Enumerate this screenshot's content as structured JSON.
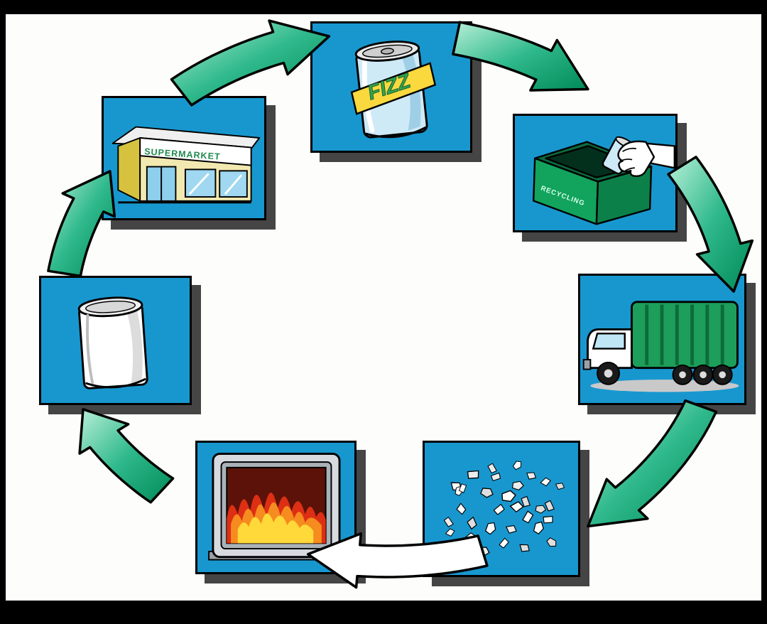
{
  "diagram": {
    "title": "drink can recycling cycle",
    "labels": {
      "can_brand": "FIZZ",
      "supermarket_sign": "SUPERMARKET",
      "bin_text": "RECYCLING"
    },
    "colors": {
      "panel_blue": "#1897cf",
      "arrow_green_light": "#b9f0d8",
      "arrow_green_mid": "#2fb98c",
      "arrow_green_dark": "#008a58",
      "arrow_white": "#ffffff",
      "shadow_gray": "#454545",
      "background_white": "#fdfdfb",
      "frame_black": "#000000",
      "fire_red": "#dd2f14",
      "fire_orange": "#f68b1f",
      "fire_yellow": "#ffd839",
      "bin_green": "#12a35d",
      "truck_green": "#1d9e5a",
      "market_yellow": "#f2e9b0"
    },
    "stages": [
      {
        "id": "full-can",
        "name": "drink can"
      },
      {
        "id": "recycling-bin",
        "name": "can dropped in recycling bin"
      },
      {
        "id": "collection-truck",
        "name": "collection truck"
      },
      {
        "id": "shredded-metal",
        "name": "shredded metal pieces"
      },
      {
        "id": "furnace",
        "name": "melting furnace"
      },
      {
        "id": "new-can",
        "name": "new blank can"
      },
      {
        "id": "supermarket",
        "name": "supermarket"
      }
    ]
  }
}
